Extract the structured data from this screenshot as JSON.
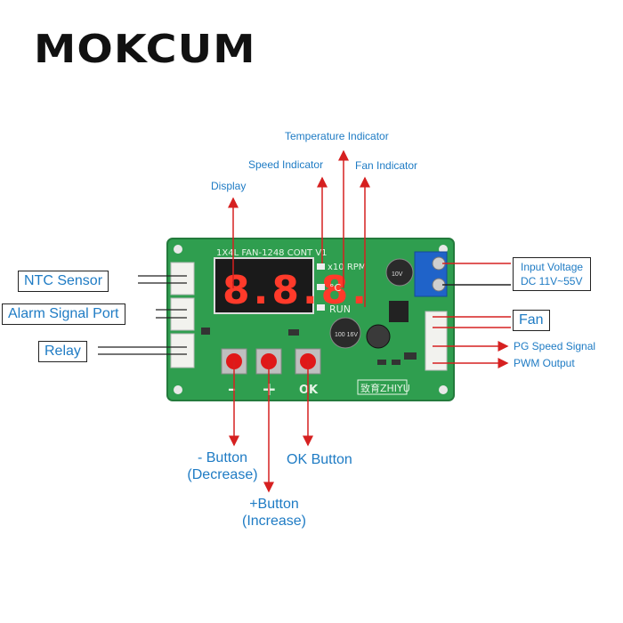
{
  "brand": "MOKCUM",
  "board": {
    "silk_title": "1X4L FAN-1248 CONT V1",
    "silk_x10rpm": "x10 RPM",
    "silk_celsius": "°C",
    "silk_run": "RUN",
    "silk_minus": "–",
    "silk_plus": "+",
    "silk_ok": "OK",
    "silk_logo": "致育ZHIYU",
    "display_digits": "8.8.8.",
    "cap_label": "100 16V",
    "small_cap_label": "10V"
  },
  "labels": {
    "temperature_indicator": "Temperature Indicator",
    "speed_indicator": "Speed Indicator",
    "fan_indicator": "Fan Indicator",
    "display": "Display",
    "ntc_sensor": "NTC Sensor",
    "alarm_signal_port": "Alarm Signal Port",
    "relay": "Relay",
    "input_voltage_line1": "Input Voltage",
    "input_voltage_line2": "DC 11V~55V",
    "fan": "Fan",
    "pg_speed_signal": "PG Speed Signal",
    "pwm_output": "PWM Output",
    "minus_button_line1": "- Button",
    "minus_button_line2": "(Decrease)",
    "ok_button": "OK Button",
    "plus_button_line1": "+Button",
    "plus_button_line2": "(Increase)"
  },
  "colors": {
    "pcb_green": "#2f9e4f",
    "label_blue": "#1e7bc4",
    "arrow_red": "#d62020",
    "display_black": "#1a1a1a",
    "segment_red": "#ff3a2a"
  }
}
